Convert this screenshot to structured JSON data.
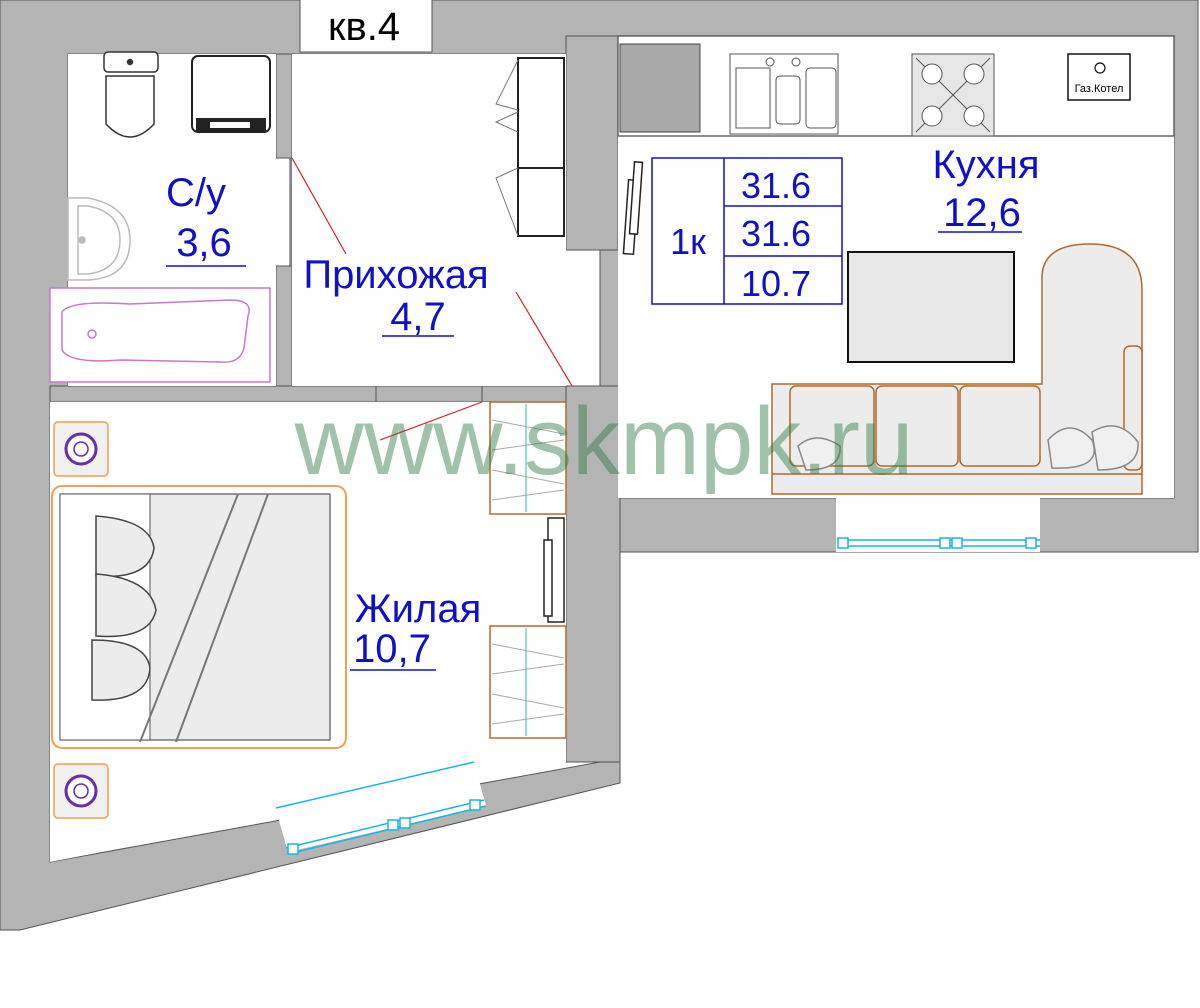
{
  "apartment": {
    "title": "кв.4"
  },
  "rooms": {
    "bathroom": {
      "name": "С/у",
      "area": "3,6"
    },
    "hallway": {
      "name": "Прихожая",
      "area": "4,7"
    },
    "kitchen": {
      "name": "Кухня",
      "area": "12,6"
    },
    "living": {
      "name": "Жилая",
      "area": "10,7"
    }
  },
  "summary": {
    "rooms_count": "1к",
    "total_area": "31.6",
    "useful_area": "31.6",
    "living_area": "10.7"
  },
  "fixtures": {
    "boiler_label": "Газ.Котел"
  },
  "watermark": "www.skmpk.ru",
  "colors": {
    "wall": "#b4b4b4",
    "label_blue": "#1010c8",
    "furniture_brown": "#b4682a",
    "bed_orange": "#f0a050",
    "window_cyan": "#19b4e6",
    "bath_pink": "#c878c8",
    "watermark_green": "#2e7a46"
  }
}
